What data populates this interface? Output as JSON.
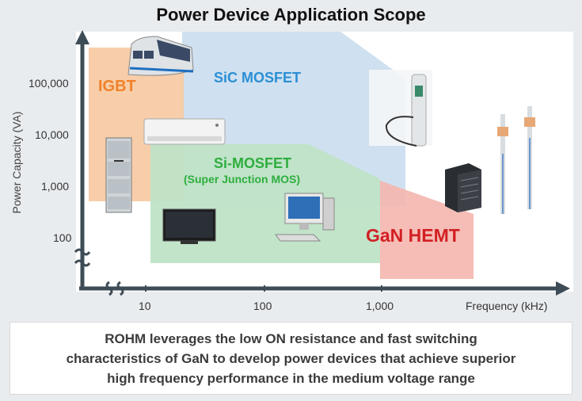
{
  "title": "Power Device Application Scope",
  "y_axis": {
    "label": "Power Capacity (VA)",
    "ticks": [
      "100,000",
      "10,000",
      "1,000",
      "100"
    ]
  },
  "x_axis": {
    "label": "Frequency (kHz)",
    "ticks": [
      "10",
      "100",
      "1,000"
    ]
  },
  "regions": {
    "igbt": "IGBT",
    "sic": "SiC MOSFET",
    "si": "Si-MOSFET",
    "si_sub": "(Super Junction MOS)",
    "gan": "GaN HEMT"
  },
  "colors": {
    "igbt": "#f6c9a0",
    "sic": "#cfe0f0",
    "si": "#bfe3c6",
    "gan": "#f4b6ae",
    "igbt_text": "#f0822a",
    "sic_text": "#2a8fd4",
    "si_text": "#2eae3e",
    "gan_text": "#d21f23"
  },
  "icons": [
    "train-icon",
    "air-conditioner-icon",
    "server-cabinet-icon",
    "tv-icon",
    "desktop-computer-icon",
    "ev-charger-icon",
    "server-rack-icon",
    "base-station-tower-icon"
  ],
  "footer": {
    "line1": "ROHM leverages the low ON resistance and fast switching",
    "line2": "characteristics of GaN to develop power devices that achieve superior",
    "line3": "high frequency performance in the medium voltage range"
  }
}
